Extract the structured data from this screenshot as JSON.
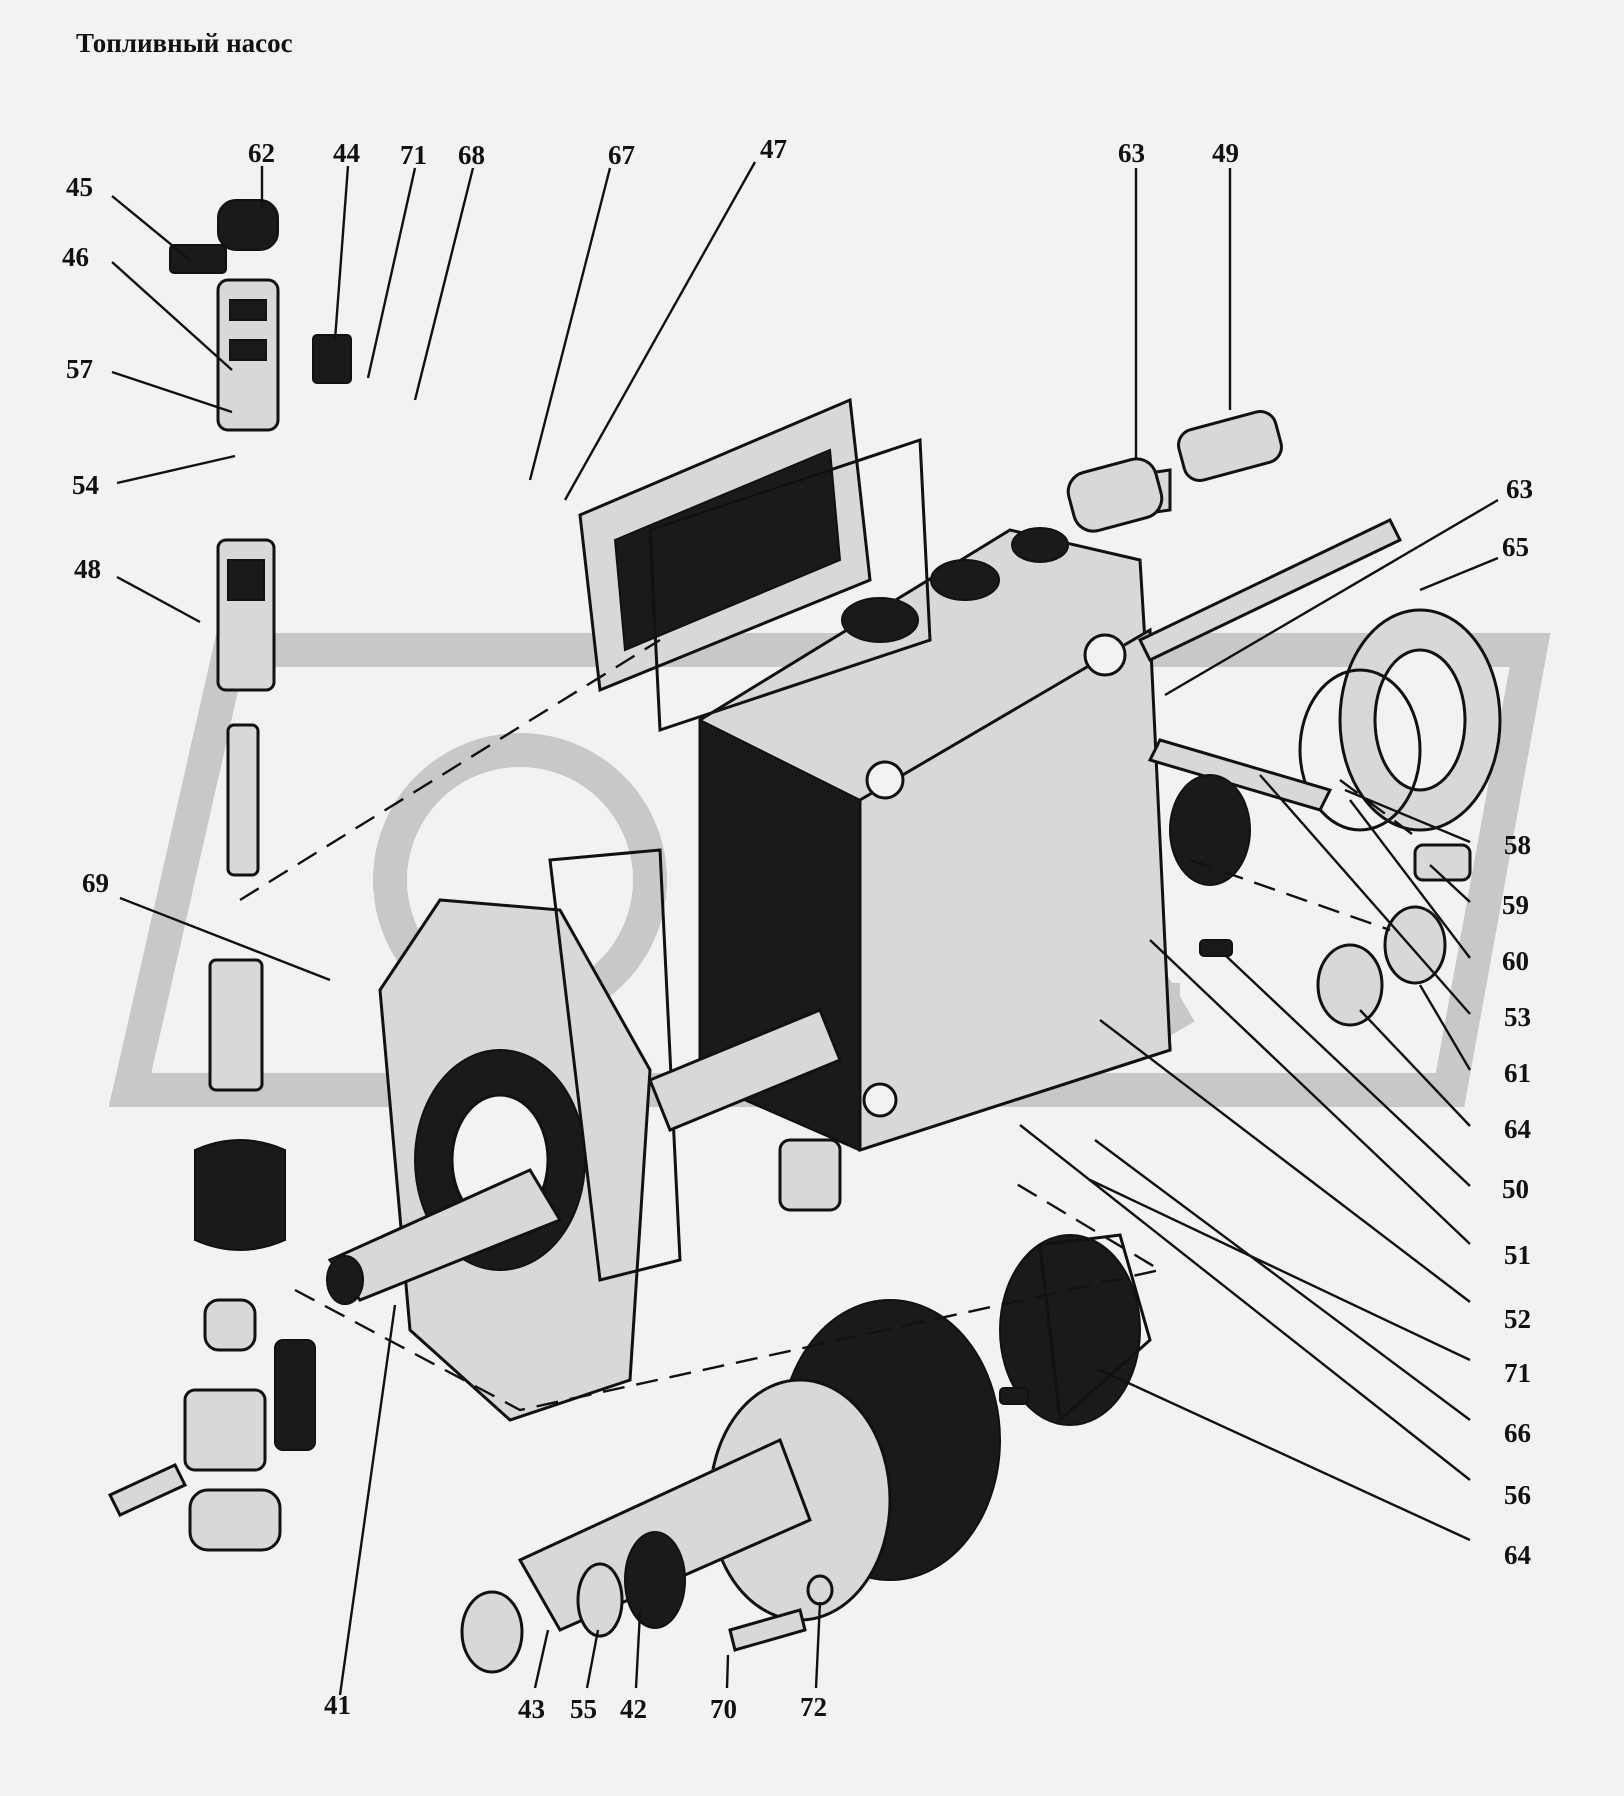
{
  "title": "Топливный насос",
  "callouts": {
    "c41": "41",
    "c42": "42",
    "c43": "43",
    "c44": "44",
    "c45": "45",
    "c46": "46",
    "c47": "47",
    "c48": "48",
    "c49": "49",
    "c50": "50",
    "c51": "51",
    "c52": "52",
    "c53": "53",
    "c54": "54",
    "c55": "55",
    "c56": "56",
    "c57": "57",
    "c58": "58",
    "c59": "59",
    "c60": "60",
    "c61": "61",
    "c62": "62",
    "c63a": "63",
    "c63b": "63",
    "c64a": "64",
    "c64b": "64",
    "c65": "65",
    "c66": "66",
    "c67": "67",
    "c68": "68",
    "c69": "69",
    "c70": "70",
    "c71a": "71",
    "c71b": "71",
    "c72": "72"
  }
}
